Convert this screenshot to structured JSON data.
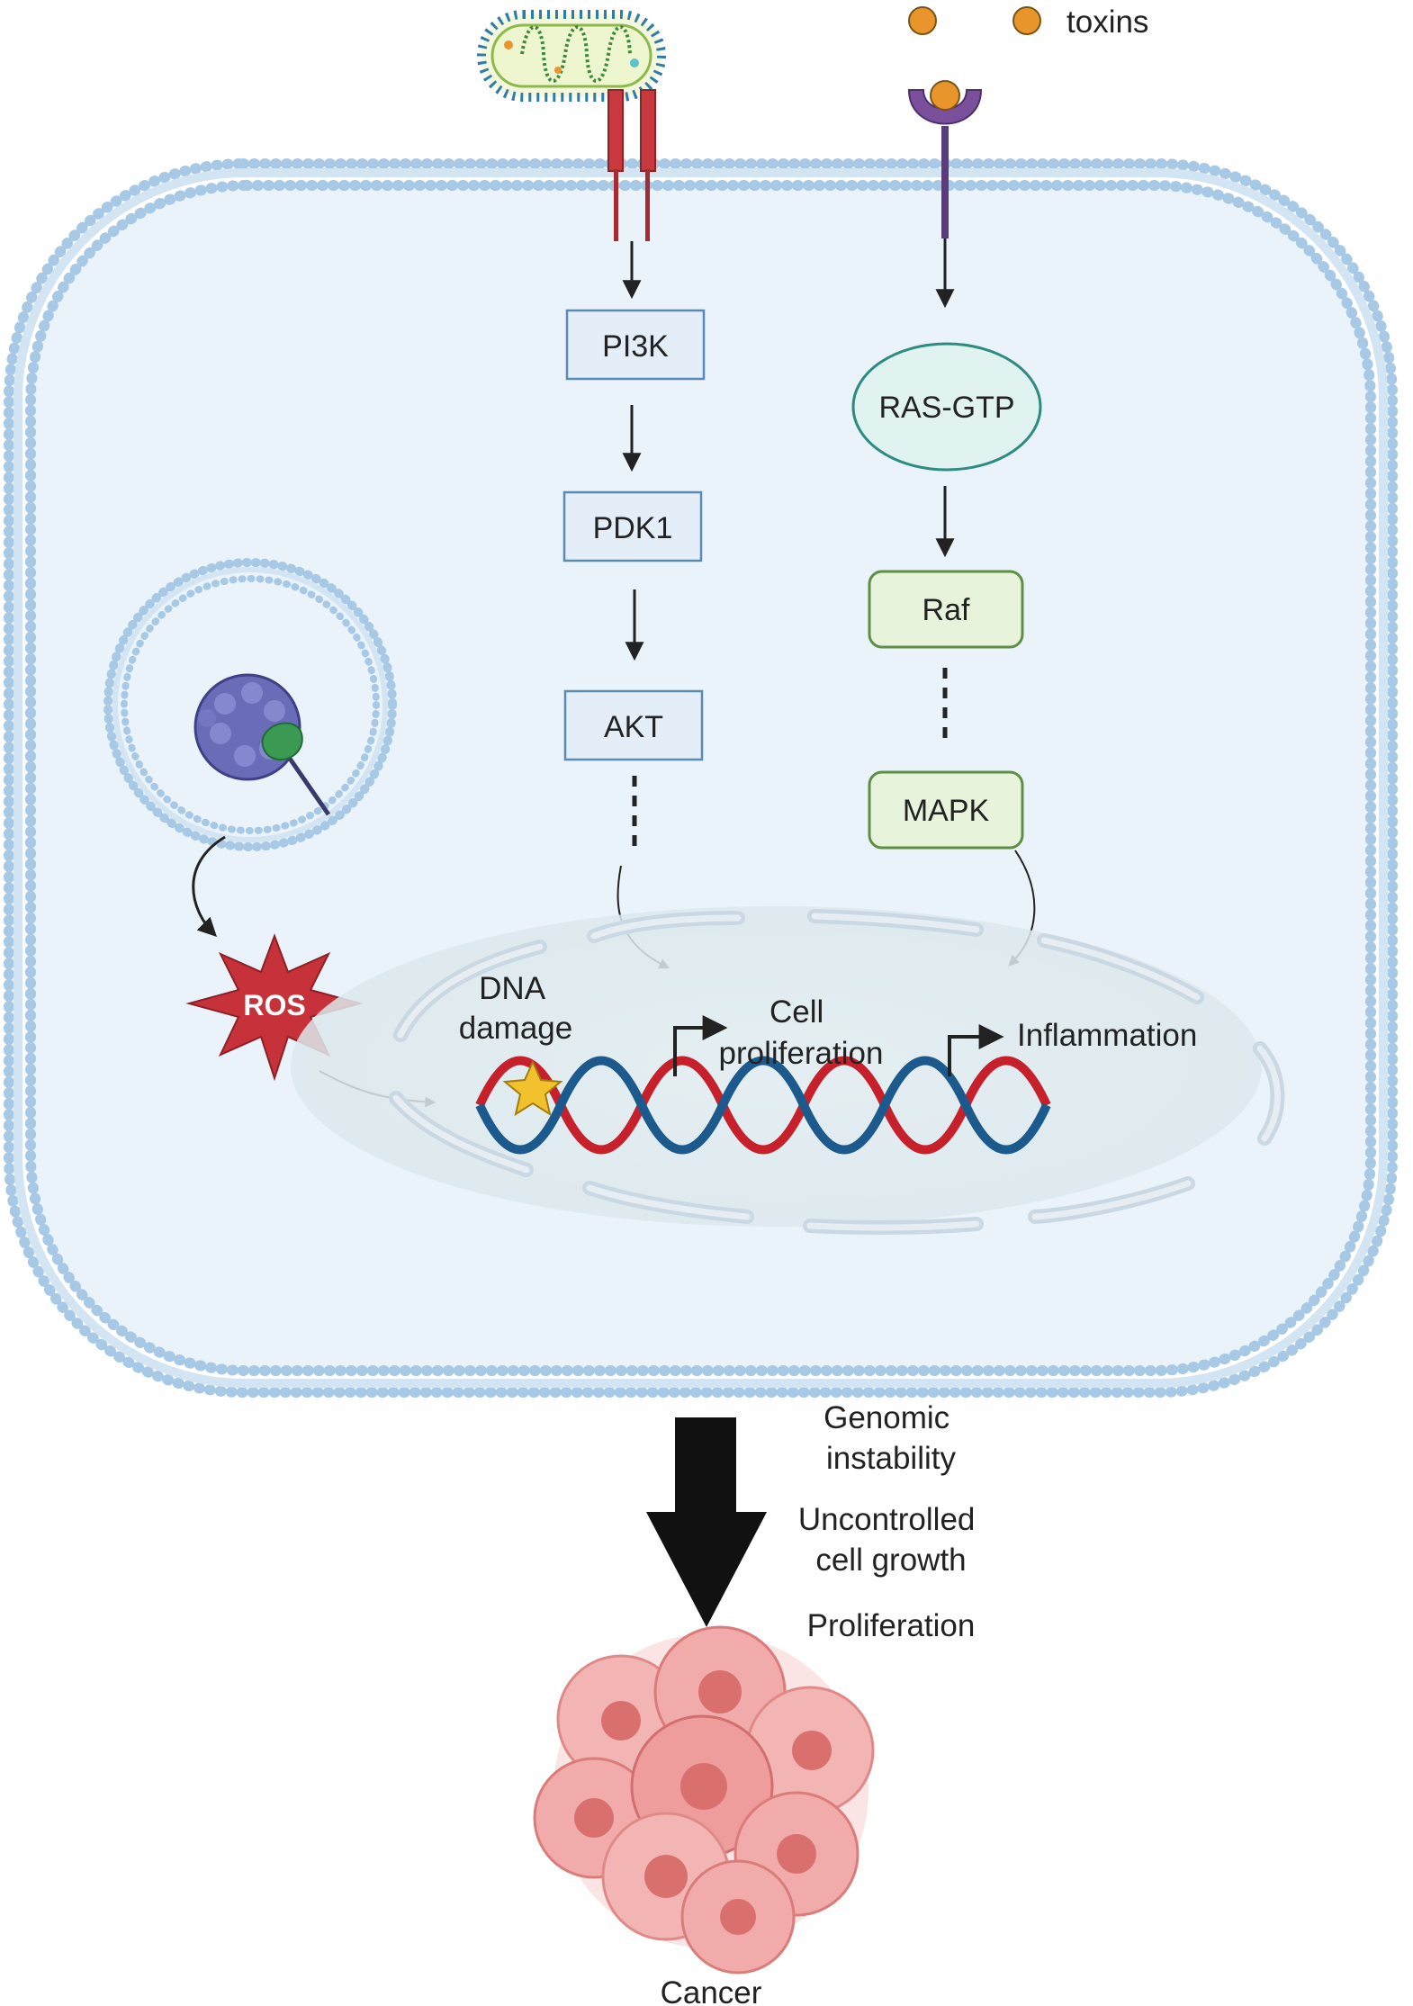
{
  "toxins": {
    "label": "toxins",
    "color": "#e8952c"
  },
  "pi3k_pathway": {
    "nodes": [
      {
        "id": "pi3k",
        "label": "PI3K"
      },
      {
        "id": "pdk1",
        "label": "PDK1"
      },
      {
        "id": "akt",
        "label": "AKT"
      }
    ]
  },
  "ras_pathway": {
    "ras": {
      "label": "RAS-GTP"
    },
    "raf": {
      "label": "Raf"
    },
    "mapk": {
      "label": "MAPK"
    }
  },
  "ros": {
    "label": "ROS",
    "color": "#c6313a"
  },
  "nucleus": {
    "dna_damage_line1": "DNA",
    "dna_damage_line2": "damage",
    "cell_prolif_line1": "Cell",
    "cell_prolif_line2": "proliferation",
    "inflammation": "Inflammation",
    "dna_colors": {
      "strand_a": "#c6202b",
      "strand_b": "#1c5a8e"
    }
  },
  "outcomes": {
    "genomic_line1": "Genomic",
    "genomic_line2": "instability",
    "uncontrolled_line1": "Uncontrolled",
    "uncontrolled_line2": "cell growth",
    "proliferation": "Proliferation"
  },
  "cancer": {
    "label": "Cancer"
  },
  "colors": {
    "cell_fill": "#e9f3f9",
    "membrane": "#a8c9e6",
    "box_fill": "#e4eef9",
    "box_stroke": "#5b8ab3",
    "green_fill": "#e8f3dc",
    "green_stroke": "#5e8f45",
    "ras_fill": "#e1f3f1",
    "ras_stroke": "#2e8b80",
    "receptor_red": "#c8383f",
    "receptor_purple": "#7a4f9c",
    "cancer_pink": "#e58a88"
  }
}
